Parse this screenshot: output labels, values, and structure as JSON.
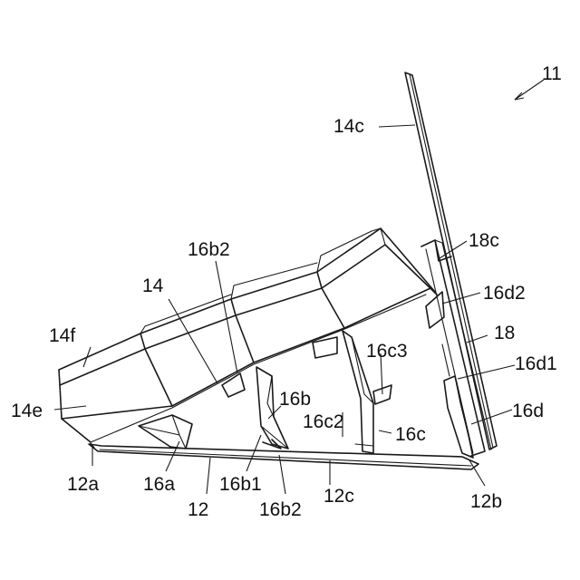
{
  "figure": {
    "labels": {
      "l11": "11",
      "l14c": "14c",
      "l18c": "18c",
      "l16b2_top": "16b2",
      "l16d2": "16d2",
      "l14": "14",
      "l18": "18",
      "l14f": "14f",
      "l16c3": "16c3",
      "l16d1": "16d1",
      "l16b": "16b",
      "l14e": "14e",
      "l16c2": "16c2",
      "l16d": "16d",
      "l16c": "16c",
      "l12a": "12a",
      "l16a": "16a",
      "l16b1": "16b1",
      "l12c": "12c",
      "l12b": "12b",
      "l12": "12",
      "l16b2_bottom": "16b2"
    }
  }
}
